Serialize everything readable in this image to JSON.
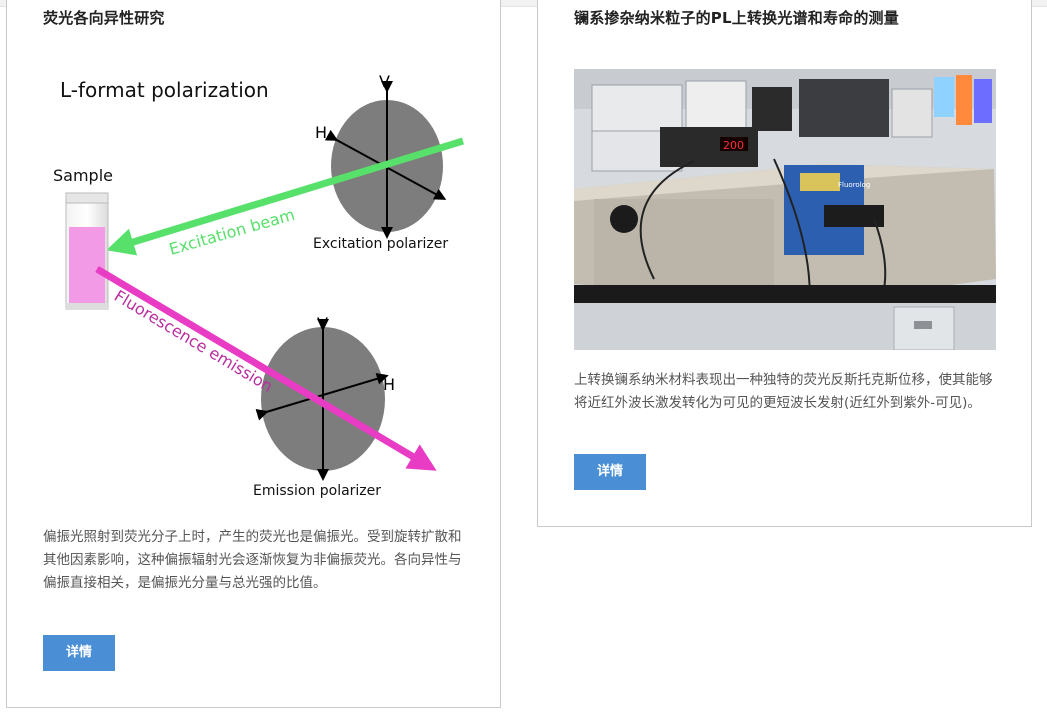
{
  "cards": [
    {
      "title": "荧光各向异性研究",
      "figure": {
        "heading": "L-format polarization",
        "sample_label": "Sample",
        "excitation_beam": "Excitation beam",
        "excitation_polarizer": "Excitation polarizer",
        "fluorescence_emission": "Fluorescence emission",
        "emission_polarizer": "Emission polarizer",
        "axis_v": "V",
        "axis_h": "H"
      },
      "description": "偏振光照射到荧光分子上时，产生的荧光也是偏振光。受到旋转扩散和其他因素影响，这种偏振辐射光会逐渐恢复为非偏振荧光。各向异性与偏振直接相关，是偏振光分量与总光强的比值。",
      "button": "详情"
    },
    {
      "title": "镧系掺杂纳米粒子的PL上转换光谱和寿命的测量",
      "photo": {
        "display_value": "200",
        "brand_label": "Fluorolog"
      },
      "description": "上转换镧系纳米材料表现出一种独特的荧光反斯托克斯位移，使其能够将近红外波长激发转化为可见的更短波长发射(近红外到紫外-可见)。",
      "button": "详情"
    }
  ],
  "colors": {
    "button_bg": "#4a8fd6",
    "excitation_green": "#57e06a",
    "emission_magenta": "#e93cc4",
    "polarizer_gray": "#7d7d7d"
  }
}
